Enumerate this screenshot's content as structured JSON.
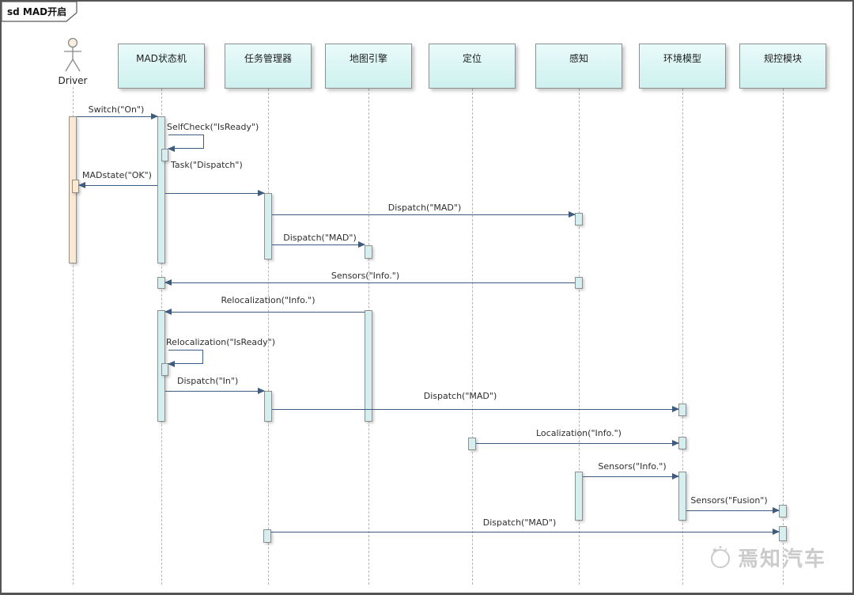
{
  "frame": {
    "title": "sd MAD开启"
  },
  "actor": {
    "name": "Driver"
  },
  "lifelines": [
    {
      "label": "MAD状态机"
    },
    {
      "label": "任务管理器"
    },
    {
      "label": "地图引擎"
    },
    {
      "label": "定位"
    },
    {
      "label": "感知"
    },
    {
      "label": "环境模型"
    },
    {
      "label": "规控模块"
    }
  ],
  "messages": [
    {
      "label": "Switch(\"On\")",
      "from": "Driver",
      "to": "MAD状态机",
      "type": "sync"
    },
    {
      "label": "SelfCheck(\"IsReady\")",
      "from": "MAD状态机",
      "to": "MAD状态机",
      "type": "self"
    },
    {
      "label": "MADstate(\"OK\")",
      "from": "MAD状态机",
      "to": "Driver",
      "type": "sync"
    },
    {
      "label": "Task(\"Dispatch\")",
      "from": "MAD状态机",
      "to": "任务管理器",
      "type": "sync"
    },
    {
      "label": "Dispatch(\"MAD\")",
      "from": "任务管理器",
      "to": "感知",
      "type": "sync"
    },
    {
      "label": "Dispatch(\"MAD\")",
      "from": "任务管理器",
      "to": "地图引擎",
      "type": "sync"
    },
    {
      "label": "Sensors(\"Info.\")",
      "from": "感知",
      "to": "MAD状态机",
      "type": "sync"
    },
    {
      "label": "Relocalization(\"Info.\")",
      "from": "地图引擎",
      "to": "MAD状态机",
      "type": "sync"
    },
    {
      "label": "Relocalization(\"IsReady\")",
      "from": "MAD状态机",
      "to": "MAD状态机",
      "type": "self"
    },
    {
      "label": "Dispatch(\"In\")",
      "from": "MAD状态机",
      "to": "任务管理器",
      "type": "sync"
    },
    {
      "label": "Dispatch(\"MAD\")",
      "from": "任务管理器",
      "to": "环境模型",
      "type": "sync"
    },
    {
      "label": "Localization(\"Info.\")",
      "from": "定位",
      "to": "环境模型",
      "type": "sync"
    },
    {
      "label": "Sensors(\"Info.\")",
      "from": "感知",
      "to": "环境模型",
      "type": "sync"
    },
    {
      "label": "Sensors(\"Fusion\")",
      "from": "环境模型",
      "to": "规控模块",
      "type": "sync"
    },
    {
      "label": "Dispatch(\"MAD\")",
      "from": "任务管理器",
      "to": "规控模块",
      "type": "sync"
    }
  ],
  "watermark": {
    "text": "焉知汽车"
  },
  "colors": {
    "line": "#3e5c80",
    "head_fill": "#cdf0ee",
    "activation_fill": "#d5eff1",
    "driver_activation_fill": "#fbe8d2",
    "dash": "#b5b5b5",
    "watermark": "#cbcbcb"
  }
}
